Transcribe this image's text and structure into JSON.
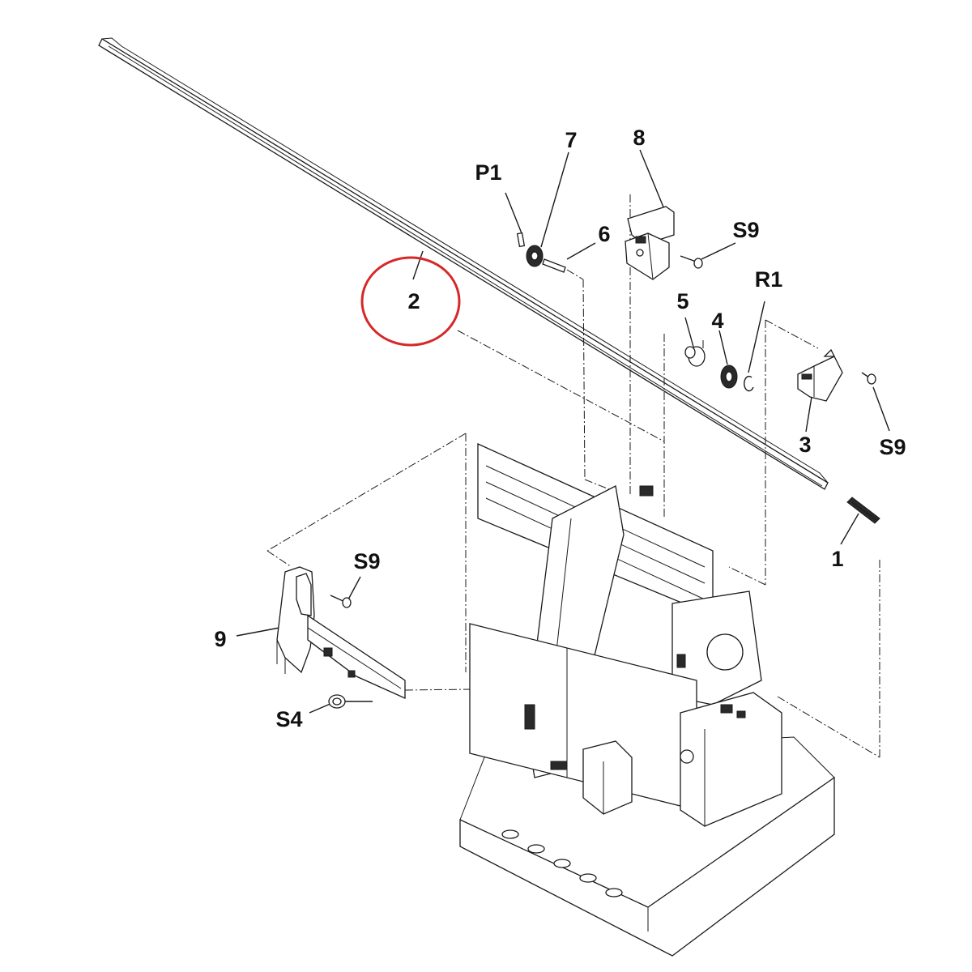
{
  "labels": {
    "p1": "P1",
    "n7": "7",
    "n8": "8",
    "n6": "6",
    "s9_top": "S9",
    "n2": "2",
    "r1": "R1",
    "n5": "5",
    "n4": "4",
    "n3": "3",
    "s9_right": "S9",
    "n1": "1",
    "s9_left": "S9",
    "n9": "9",
    "s4": "S4"
  },
  "colors": {
    "highlight_circle": "#d62828",
    "line": "#1a1a1a"
  }
}
